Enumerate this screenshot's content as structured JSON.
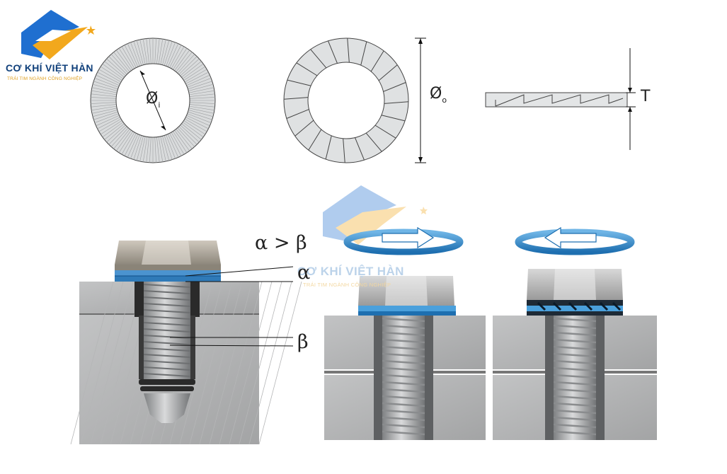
{
  "logo": {
    "brand": "CƠ KHÍ VIỆT HÀN",
    "tagline": "TRÁI TIM NGÀNH CÔNG NGHIỆP"
  },
  "watermark": {
    "brand": "CƠ KHÍ VIỆT HÀN",
    "tagline": "TRÁI TIM NGÀNH CÔNG NGHIỆP"
  },
  "dimensions": {
    "inner_diameter_symbol": "Ø",
    "inner_diameter_sub": "i",
    "outer_diameter_symbol": "Ø",
    "outer_diameter_sub": "o",
    "thickness": "T"
  },
  "angles": {
    "comparison": "α > β",
    "alpha": "α",
    "beta": "β"
  },
  "colors": {
    "brand_blue": "#0f3f7a",
    "logo_blue": "#1f6fd0",
    "logo_gold": "#f2a81d",
    "washer_blue": "#3a8fd0",
    "metal_gray": "#a9abad"
  },
  "icons": [
    "company-logo-icon",
    "rotation-arrow-icon",
    "dimension-arrow-icon"
  ]
}
